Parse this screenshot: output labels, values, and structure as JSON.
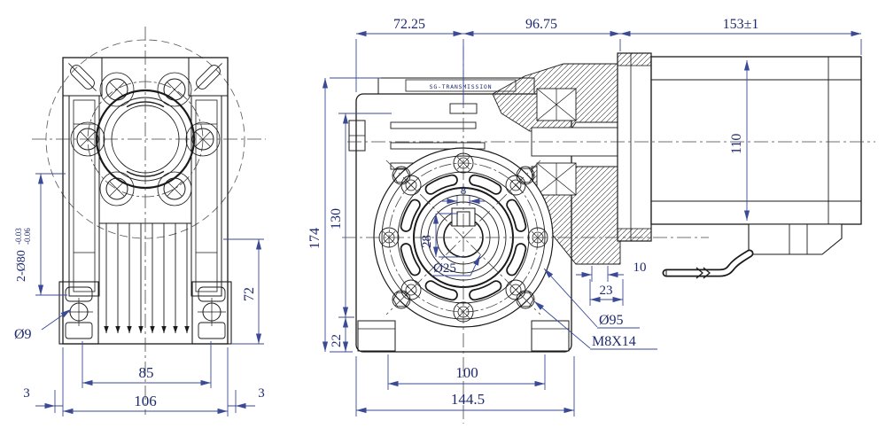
{
  "drawing": {
    "nameplate": "SG-TRANSMISSION",
    "front_view": {
      "output_boss": "2-Ø80",
      "output_boss_tol_upper": "-0.03",
      "output_boss_tol_lower": "-0.06",
      "foot_hole": "Ø9",
      "side_clearance_left": "3",
      "fin_span": "85",
      "base_width": "106",
      "side_clearance_right": "3",
      "foot_height": "72"
    },
    "side_view": {
      "housing_width": "72.25",
      "adapter_width": "96.75",
      "motor_length": "153±1",
      "overall_height": "174",
      "center_height": "130",
      "foot_thickness": "22",
      "flange_span": "100",
      "base_length": "144.5",
      "keyway_width": "8",
      "keyway_depth": "28",
      "output_bore": "Ø25",
      "spigot_dia": "Ø95",
      "mount_thread": "M8X14",
      "spigot_depth": "10",
      "flange_thickness": "23",
      "motor_height": "110"
    }
  }
}
